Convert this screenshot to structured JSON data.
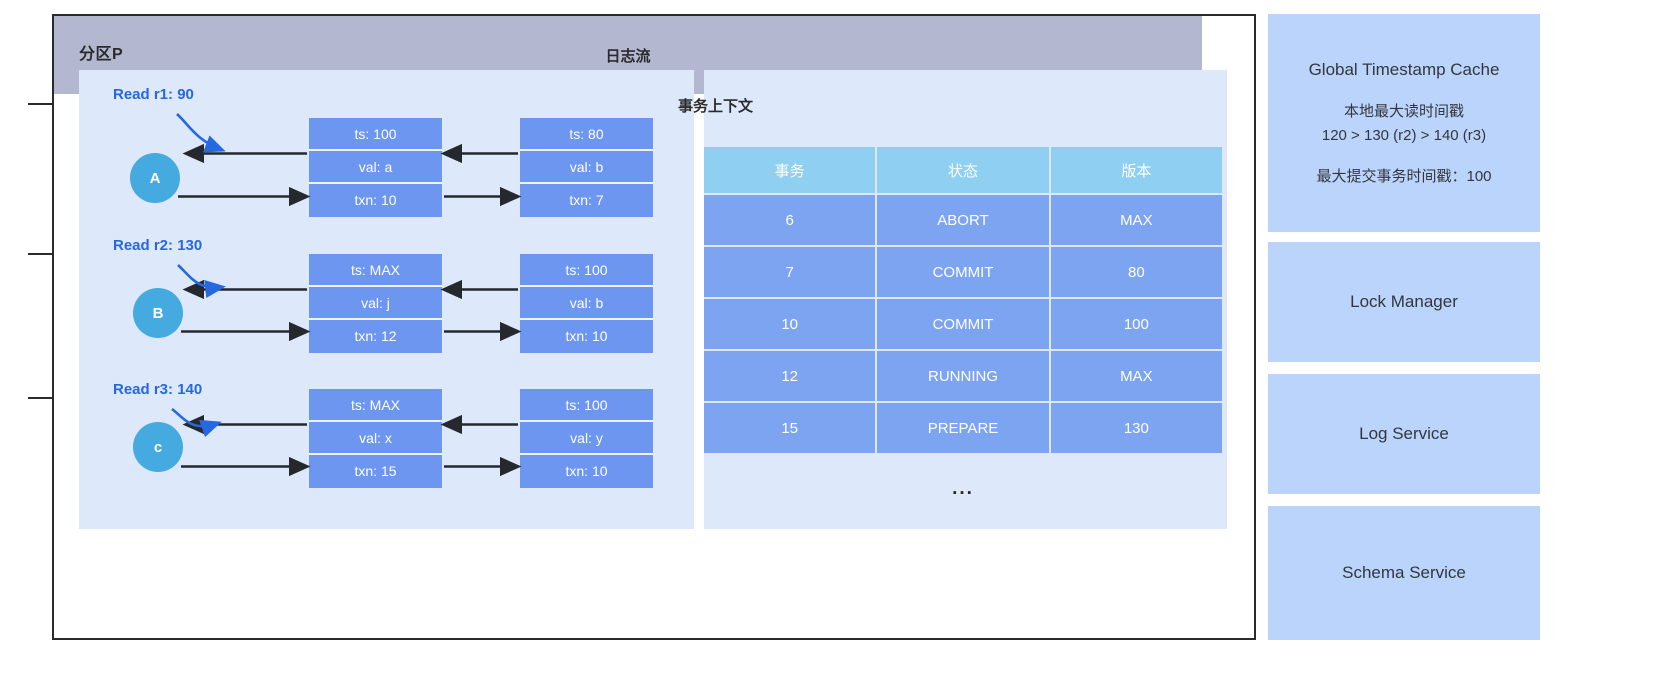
{
  "partition": {
    "title": "分区P"
  },
  "mvcc": {
    "reads": [
      {
        "label": "Read r1: 90",
        "txn": "A"
      },
      {
        "label": "Read r2: 130",
        "txn": "B"
      },
      {
        "label": "Read r3: 140",
        "txn": "c"
      }
    ],
    "chains": [
      {
        "head": {
          "ts": "ts: 100",
          "val": "val: a",
          "txn": "txn: 10"
        },
        "prev": {
          "ts": "ts: 80",
          "val": "val: b",
          "txn": "txn: 7"
        }
      },
      {
        "head": {
          "ts": "ts: MAX",
          "val": "val: j",
          "txn": "txn: 12"
        },
        "prev": {
          "ts": "ts: 100",
          "val": "val: b",
          "txn": "txn: 10"
        }
      },
      {
        "head": {
          "ts": "ts: MAX",
          "val": "val: x",
          "txn": "txn: 15"
        },
        "prev": {
          "ts": "ts: 100",
          "val": "val: y",
          "txn": "txn: 10"
        }
      }
    ]
  },
  "context": {
    "title": "事务上下文",
    "columns": [
      "事务",
      "状态",
      "版本"
    ],
    "rows": [
      [
        "6",
        "ABORT",
        "MAX"
      ],
      [
        "7",
        "COMMIT",
        "80"
      ],
      [
        "10",
        "COMMIT",
        "100"
      ],
      [
        "12",
        "RUNNING",
        "MAX"
      ],
      [
        "15",
        "PREPARE",
        "130"
      ]
    ],
    "ellipsis": "..."
  },
  "log_stream": {
    "label": "日志流"
  },
  "services": [
    {
      "title": "Global Timestamp Cache",
      "sub": "本地最大读时间戳\n120 > 130 (r2) > 140 (r3)",
      "sub_line1": "本地最大读时间戳",
      "sub_line2": "120 > 130 (r2) > 140 (r3)",
      "sub2": "最大提交事务时间戳：100"
    },
    {
      "title": "Lock Manager"
    },
    {
      "title": "Log Service"
    },
    {
      "title": "Schema Service"
    }
  ],
  "colors": {
    "panel_bg": "#dde8fb",
    "version_box": "#6d96f0",
    "table_header": "#8fd0f2",
    "table_row": "#7da4f0",
    "circle": "#45aae0",
    "read_label": "#2668e0",
    "log_bar": "#b3b8d0",
    "service_bg": "#bbd4fb",
    "frame": "#2b2b2b"
  }
}
